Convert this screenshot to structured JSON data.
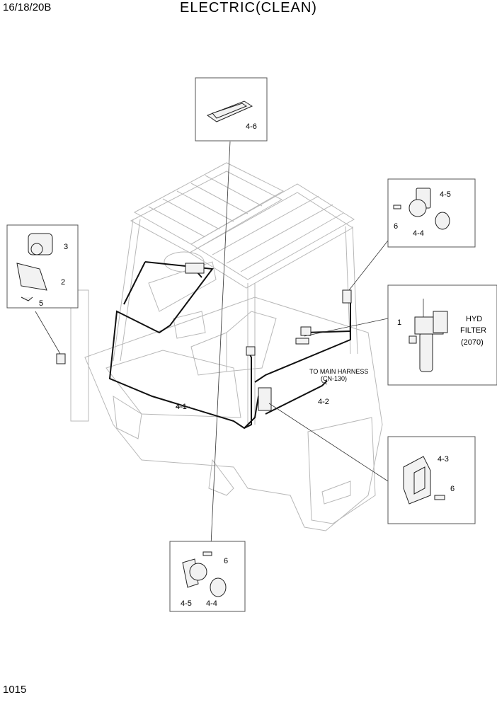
{
  "header": {
    "model": "16/18/20B",
    "title": "ELECTRIC(CLEAN)"
  },
  "page_number": "1015",
  "callouts": {
    "top_box": [
      "4-6"
    ],
    "left_box": [
      "3",
      "2",
      "5"
    ],
    "right_upper_box": [
      "4-5",
      "6",
      "4-4"
    ],
    "hyd_box": [
      "1"
    ],
    "hyd_label": [
      "HYD",
      "FILTER",
      "(2070)"
    ],
    "right_lower_box": [
      "4-3",
      "6"
    ],
    "bottom_box": [
      "6",
      "4-5",
      "4-4"
    ],
    "main": [
      "4-1",
      "4-2"
    ],
    "harness_note": [
      "TO MAIN HARNESS",
      "(CN-130)"
    ]
  }
}
